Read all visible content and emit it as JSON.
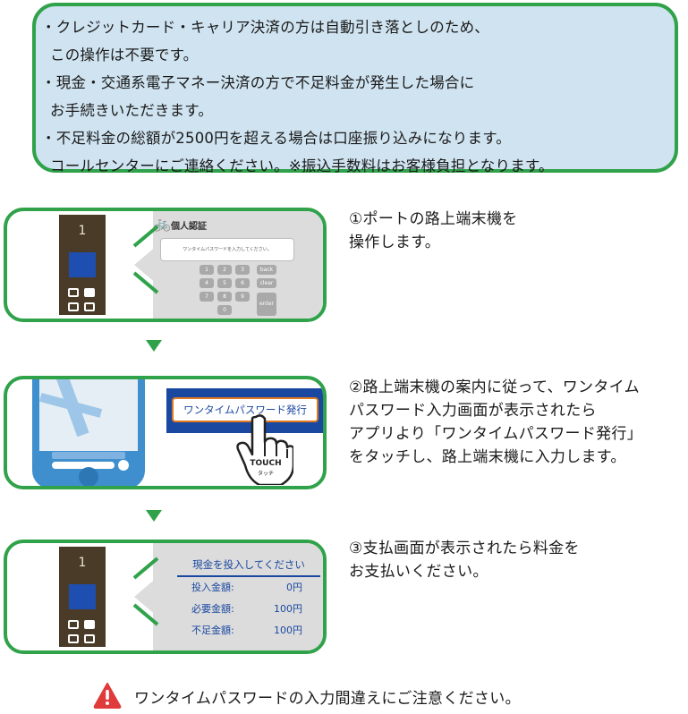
{
  "notice": {
    "lines": [
      "・クレジットカード・キャリア決済の方は自動引き落としのため、",
      "この操作は不要です。",
      "・現金・交通系電子マネー決済の方で不足料金が発生した場合に",
      "お手続きいただきます。",
      "・不足料金の総額が2500円を超える場合は口座振り込みになります。",
      "コールセンターにご連絡ください。※振込手数料はお客様負担となります。"
    ]
  },
  "machine": {
    "number": "1"
  },
  "step1": {
    "screen_title": "個人認証",
    "input_prompt": "ワンタイムパスワードを入力してください。",
    "keys": [
      "1",
      "2",
      "3",
      "4",
      "5",
      "6",
      "7",
      "8",
      "9",
      "0"
    ],
    "key_back": "back",
    "key_clear": "clear",
    "key_enter": "enter",
    "description": [
      "①ポートの路上端末機を",
      "操作します。"
    ]
  },
  "step2": {
    "issue_button": "ワンタイムパスワード発行",
    "touch_label": "TOUCH",
    "touch_sub": "タッチ",
    "description": [
      "②路上端末機の案内に従って、ワンタイム",
      "パスワード入力画面が表示されたら",
      "アプリより「ワンタイムパスワード発行」",
      "をタッチし、路上端末機に入力します。"
    ]
  },
  "step3": {
    "screen_title": "現金を投入してください",
    "rows": [
      {
        "label": "投入金額:",
        "value": "0円"
      },
      {
        "label": "必要金額:",
        "value": "100円"
      },
      {
        "label": "不足金額:",
        "value": "100円"
      }
    ],
    "description": [
      "③支払画面が表示されたら料金を",
      "お支払いください。"
    ]
  },
  "warning": {
    "text": "ワンタイムパスワードの入力間違えにご注意ください。",
    "icon": "warning-icon"
  },
  "colors": {
    "frame_green": "#2fa24a",
    "notice_bg": "#cfe3f0",
    "machine_brown": "#4a3b28",
    "screen_blue": "#1a48a0",
    "warning_red": "#e03a3a"
  }
}
